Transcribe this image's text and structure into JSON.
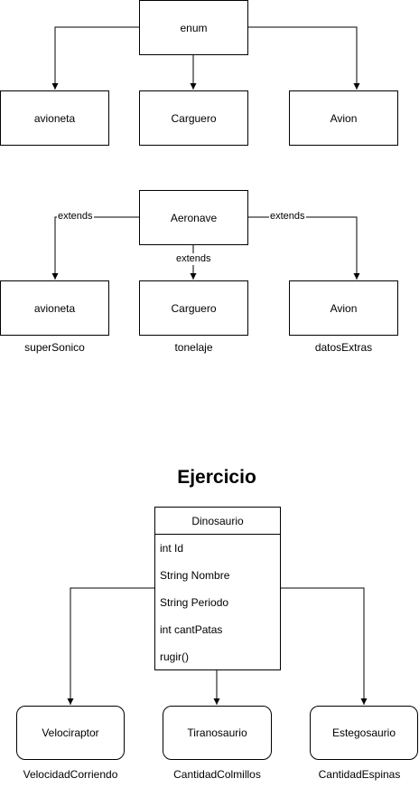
{
  "enum_diagram": {
    "root": "enum",
    "children": [
      "avioneta",
      "Carguero",
      "Avion"
    ]
  },
  "inheritance_diagram": {
    "root": "Aeronave",
    "children": [
      "avioneta",
      "Carguero",
      "Avion"
    ],
    "edge_labels": [
      "extends",
      "extends",
      "extends"
    ],
    "attributes": [
      "superSonico",
      "tonelaje",
      "datosExtras"
    ]
  },
  "exercise": {
    "title": "Ejercicio",
    "class": {
      "name": "Dinosaurio",
      "members": [
        "int Id",
        "String Nombre",
        "String Periodo",
        "int cantPatas",
        "rugir()"
      ]
    },
    "children": [
      "Velociraptor",
      "Tiranosaurio",
      "Estegosaurio"
    ],
    "attributes": [
      "VelocidadCorriendo",
      "CantidadColmillos",
      "CantidadEspinas"
    ]
  },
  "colors": {
    "stroke": "#000000",
    "background": "#ffffff"
  }
}
